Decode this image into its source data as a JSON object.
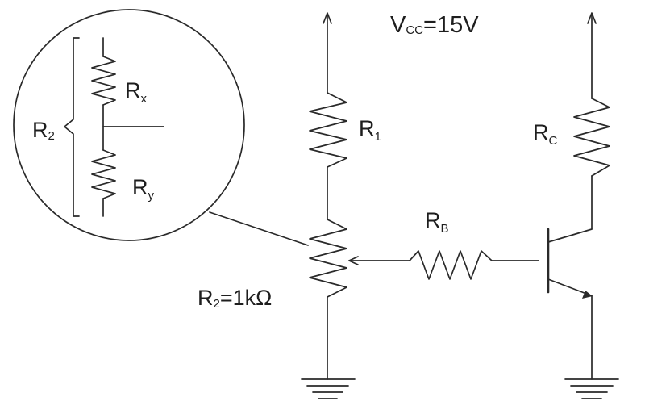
{
  "supply": {
    "symbol": "V",
    "subscript": "CC",
    "value": "=15V"
  },
  "resistors": {
    "r1": {
      "symbol": "R",
      "subscript": "1"
    },
    "rc": {
      "symbol": "R",
      "subscript": "C"
    },
    "rb": {
      "symbol": "R",
      "subscript": "B"
    },
    "r2": {
      "symbol": "R",
      "subscript": "2",
      "value": "=1kΩ"
    }
  },
  "inset": {
    "r2": {
      "symbol": "R",
      "subscript": "2"
    },
    "rx": {
      "symbol": "R",
      "subscript": "x"
    },
    "ry": {
      "symbol": "R",
      "subscript": "y"
    }
  }
}
